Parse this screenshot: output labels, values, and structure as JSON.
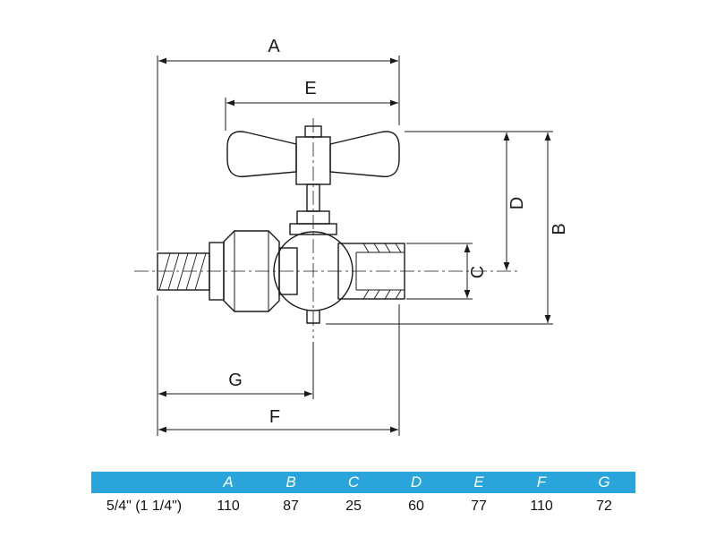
{
  "diagram": {
    "labels": {
      "a": "A",
      "b": "B",
      "c": "C",
      "d": "D",
      "e": "E",
      "f": "F",
      "g": "G"
    }
  },
  "table": {
    "headers": [
      "",
      "A",
      "B",
      "C",
      "D",
      "E",
      "F",
      "G"
    ],
    "row": {
      "size": "5/4\" (1 1/4\")",
      "values": [
        "110",
        "87",
        "25",
        "60",
        "77",
        "110",
        "72"
      ]
    }
  },
  "colors": {
    "table_header_bg": "#2AA5DC",
    "table_header_text": "#FFFFFF",
    "line_color": "#1A1A1A"
  }
}
